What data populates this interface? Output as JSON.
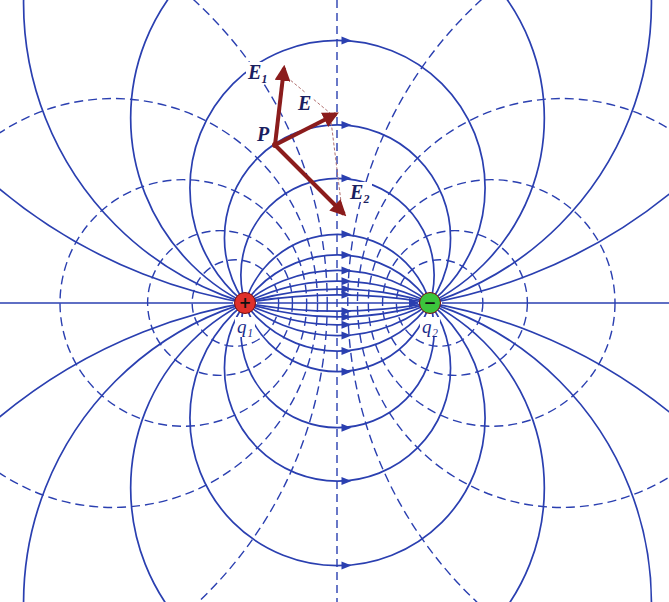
{
  "diagram": {
    "nodes": [
      {
        "text": [
          "+",
          "q₁"
        ]
      },
      {
        "text": [
          "−",
          "q₂"
        ]
      }
    ],
    "edges": [
      {
        "from": 0,
        "to": 1,
        "arrow": "to"
      }
    ],
    "labels": [
      "E₁",
      "E",
      "P",
      "E₂"
    ]
  }
}
